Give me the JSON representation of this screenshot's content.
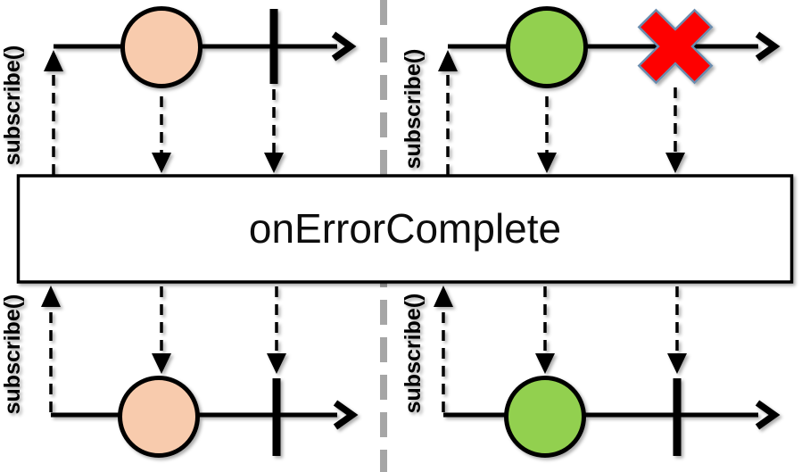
{
  "diagram": {
    "type": "marble-diagram",
    "operator_label": "onErrorComplete",
    "subscribe_label": "subscribe()",
    "panels": [
      {
        "id": "source-left",
        "position": "top-left",
        "events": [
          "next (peach marble)",
          "complete (vertical bar)"
        ]
      },
      {
        "id": "source-right",
        "position": "top-right",
        "events": [
          "next (green marble)",
          "error (red X)"
        ]
      },
      {
        "id": "output-left",
        "position": "bottom-left",
        "events": [
          "next (peach marble)",
          "complete (vertical bar)"
        ]
      },
      {
        "id": "output-right",
        "position": "bottom-right",
        "events": [
          "next (green marble)",
          "complete (vertical bar)"
        ]
      }
    ]
  },
  "colors": {
    "marble_peach": "#F8CBAD",
    "marble_green": "#92D050",
    "error_red": "#FE0303",
    "error_x_border": "#6B8CAE",
    "divider_gray": "#A6A6A6",
    "box_fill": "#FFFFFF"
  }
}
